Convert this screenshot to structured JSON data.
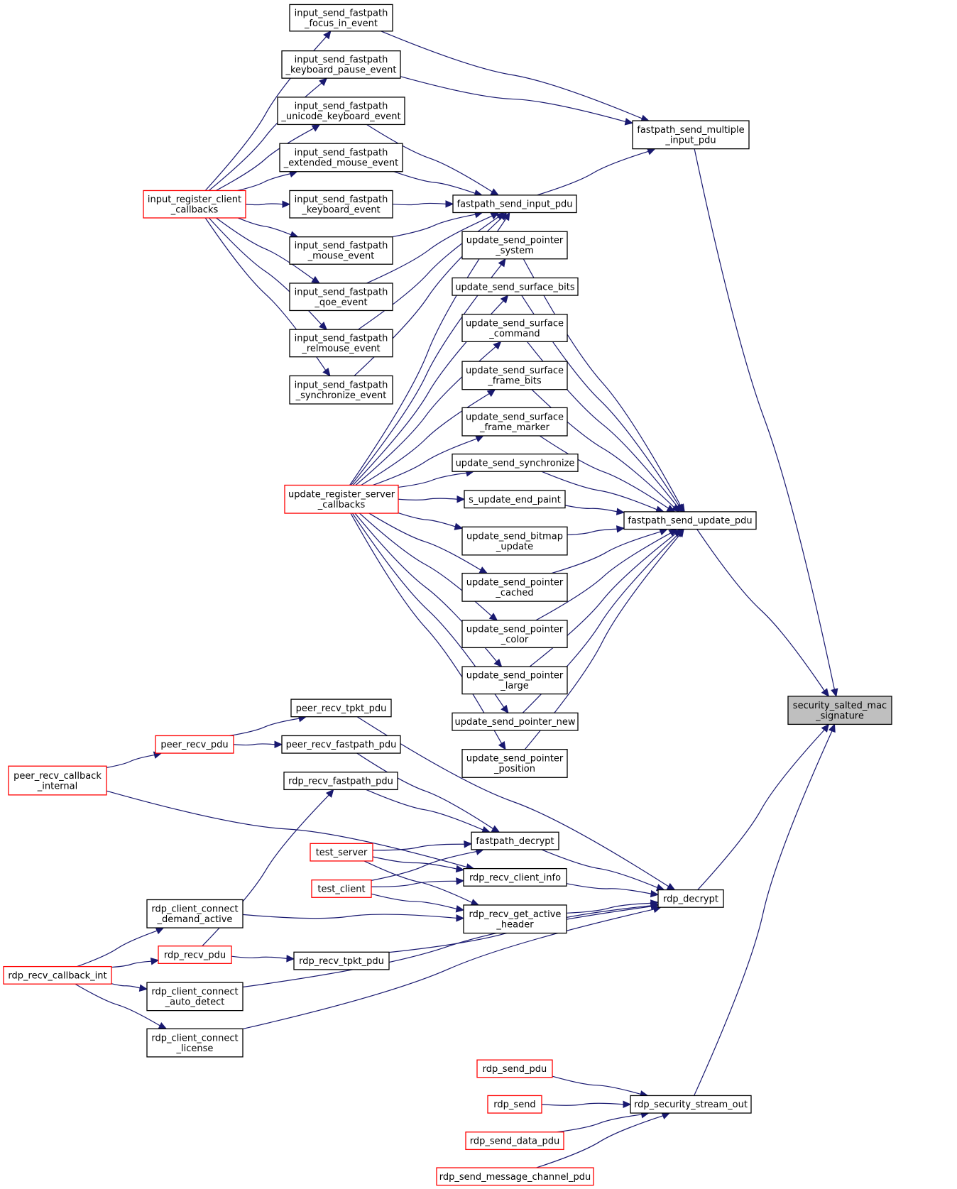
{
  "colors": {
    "edge": "#191970",
    "normal_border": "#000000",
    "external_border": "#ff0000",
    "current_fill": "#bfbfbf"
  },
  "nodes": [
    {
      "id": "focus_in",
      "lines": [
        "input_send_fastpath",
        "_focus_in_event"
      ],
      "style": "normal"
    },
    {
      "id": "keyboard_pause",
      "lines": [
        "input_send_fastpath",
        "_keyboard_pause_event"
      ],
      "style": "normal"
    },
    {
      "id": "unicode_keyboard",
      "lines": [
        "input_send_fastpath",
        "_unicode_keyboard_event"
      ],
      "style": "normal"
    },
    {
      "id": "extended_mouse",
      "lines": [
        "input_send_fastpath",
        "_extended_mouse_event"
      ],
      "style": "normal"
    },
    {
      "id": "keyboard_event",
      "lines": [
        "input_send_fastpath",
        "_keyboard_event"
      ],
      "style": "normal"
    },
    {
      "id": "mouse_event",
      "lines": [
        "input_send_fastpath",
        "_mouse_event"
      ],
      "style": "normal"
    },
    {
      "id": "qoe_event",
      "lines": [
        "input_send_fastpath",
        "_qoe_event"
      ],
      "style": "normal"
    },
    {
      "id": "relmouse_event",
      "lines": [
        "input_send_fastpath",
        "_relmouse_event"
      ],
      "style": "normal"
    },
    {
      "id": "synchronize_event",
      "lines": [
        "input_send_fastpath",
        "_synchronize_event"
      ],
      "style": "normal"
    },
    {
      "id": "input_register",
      "lines": [
        "input_register_client",
        "_callbacks"
      ],
      "style": "external"
    },
    {
      "id": "fastpath_multiple",
      "lines": [
        "fastpath_send_multiple",
        "_input_pdu"
      ],
      "style": "normal"
    },
    {
      "id": "fastpath_input",
      "lines": [
        "fastpath_send_input_pdu"
      ],
      "style": "normal"
    },
    {
      "id": "ptr_system",
      "lines": [
        "update_send_pointer",
        "_system"
      ],
      "style": "normal"
    },
    {
      "id": "surface_bits",
      "lines": [
        "update_send_surface_bits"
      ],
      "style": "normal"
    },
    {
      "id": "surface_command",
      "lines": [
        "update_send_surface",
        "_command"
      ],
      "style": "normal"
    },
    {
      "id": "surface_frame_bits",
      "lines": [
        "update_send_surface",
        "_frame_bits"
      ],
      "style": "normal"
    },
    {
      "id": "surface_frame_marker",
      "lines": [
        "update_send_surface",
        "_frame_marker"
      ],
      "style": "normal"
    },
    {
      "id": "send_synchronize",
      "lines": [
        "update_send_synchronize"
      ],
      "style": "normal"
    },
    {
      "id": "update_register",
      "lines": [
        "update_register_server",
        "_callbacks"
      ],
      "style": "external"
    },
    {
      "id": "end_paint",
      "lines": [
        "s_update_end_paint"
      ],
      "style": "normal"
    },
    {
      "id": "fastpath_update",
      "lines": [
        "fastpath_send_update_pdu"
      ],
      "style": "normal"
    },
    {
      "id": "bitmap_update",
      "lines": [
        "update_send_bitmap",
        "_update"
      ],
      "style": "normal"
    },
    {
      "id": "ptr_cached",
      "lines": [
        "update_send_pointer",
        "_cached"
      ],
      "style": "normal"
    },
    {
      "id": "ptr_color",
      "lines": [
        "update_send_pointer",
        "_color"
      ],
      "style": "normal"
    },
    {
      "id": "ptr_large",
      "lines": [
        "update_send_pointer",
        "_large"
      ],
      "style": "normal"
    },
    {
      "id": "ptr_new",
      "lines": [
        "update_send_pointer_new"
      ],
      "style": "normal"
    },
    {
      "id": "ptr_position",
      "lines": [
        "update_send_pointer",
        "_position"
      ],
      "style": "normal"
    },
    {
      "id": "security_salted",
      "lines": [
        "security_salted_mac",
        "_signature"
      ],
      "style": "current"
    },
    {
      "id": "peer_tpkt",
      "lines": [
        "peer_recv_tpkt_pdu"
      ],
      "style": "normal"
    },
    {
      "id": "peer_pdu",
      "lines": [
        "peer_recv_pdu"
      ],
      "style": "external"
    },
    {
      "id": "peer_fastpath",
      "lines": [
        "peer_recv_fastpath_pdu"
      ],
      "style": "normal"
    },
    {
      "id": "peer_callback",
      "lines": [
        "peer_recv_callback",
        "_internal"
      ],
      "style": "external"
    },
    {
      "id": "rdp_fastpath",
      "lines": [
        "rdp_recv_fastpath_pdu"
      ],
      "style": "normal"
    },
    {
      "id": "fastpath_decrypt",
      "lines": [
        "fastpath_decrypt"
      ],
      "style": "normal"
    },
    {
      "id": "test_server",
      "lines": [
        "test_server"
      ],
      "style": "external"
    },
    {
      "id": "client_info",
      "lines": [
        "rdp_recv_client_info"
      ],
      "style": "normal"
    },
    {
      "id": "test_client",
      "lines": [
        "test_client"
      ],
      "style": "external"
    },
    {
      "id": "rdp_decrypt",
      "lines": [
        "rdp_decrypt"
      ],
      "style": "normal"
    },
    {
      "id": "demand_active",
      "lines": [
        "rdp_client_connect",
        "_demand_active"
      ],
      "style": "normal"
    },
    {
      "id": "get_active_header",
      "lines": [
        "rdp_recv_get_active",
        "_header"
      ],
      "style": "normal"
    },
    {
      "id": "rdp_recv_pdu",
      "lines": [
        "rdp_recv_pdu"
      ],
      "style": "external"
    },
    {
      "id": "rdp_tpkt",
      "lines": [
        "rdp_recv_tpkt_pdu"
      ],
      "style": "normal"
    },
    {
      "id": "rdp_callback",
      "lines": [
        "rdp_recv_callback_int"
      ],
      "style": "external"
    },
    {
      "id": "auto_detect",
      "lines": [
        "rdp_client_connect",
        "_auto_detect"
      ],
      "style": "normal"
    },
    {
      "id": "license",
      "lines": [
        "rdp_client_connect",
        "_license"
      ],
      "style": "normal"
    },
    {
      "id": "send_pdu",
      "lines": [
        "rdp_send_pdu"
      ],
      "style": "external"
    },
    {
      "id": "rdp_send",
      "lines": [
        "rdp_send"
      ],
      "style": "external"
    },
    {
      "id": "stream_out",
      "lines": [
        "rdp_security_stream_out"
      ],
      "style": "normal"
    },
    {
      "id": "send_data_pdu",
      "lines": [
        "rdp_send_data_pdu"
      ],
      "style": "external"
    },
    {
      "id": "message_channel",
      "lines": [
        "rdp_send_message_channel_pdu"
      ],
      "style": "external"
    }
  ],
  "edges": [
    [
      "focus_in",
      "fastpath_multiple"
    ],
    [
      "keyboard_pause",
      "fastpath_multiple"
    ],
    [
      "fastpath_input",
      "fastpath_multiple"
    ],
    [
      "fastpath_multiple",
      "security_salted"
    ],
    [
      "unicode_keyboard",
      "fastpath_input"
    ],
    [
      "extended_mouse",
      "fastpath_input"
    ],
    [
      "keyboard_event",
      "fastpath_input"
    ],
    [
      "mouse_event",
      "fastpath_input"
    ],
    [
      "qoe_event",
      "fastpath_input"
    ],
    [
      "relmouse_event",
      "fastpath_input"
    ],
    [
      "synchronize_event",
      "fastpath_input"
    ],
    [
      "update_register",
      "fastpath_input"
    ],
    [
      "input_register",
      "focus_in"
    ],
    [
      "input_register",
      "keyboard_pause"
    ],
    [
      "input_register",
      "unicode_keyboard"
    ],
    [
      "input_register",
      "extended_mouse"
    ],
    [
      "input_register",
      "keyboard_event"
    ],
    [
      "input_register",
      "mouse_event"
    ],
    [
      "input_register",
      "qoe_event"
    ],
    [
      "input_register",
      "relmouse_event"
    ],
    [
      "input_register",
      "synchronize_event"
    ],
    [
      "update_register",
      "ptr_system"
    ],
    [
      "update_register",
      "surface_bits"
    ],
    [
      "update_register",
      "surface_command"
    ],
    [
      "update_register",
      "surface_frame_bits"
    ],
    [
      "update_register",
      "surface_frame_marker"
    ],
    [
      "update_register",
      "send_synchronize"
    ],
    [
      "update_register",
      "end_paint"
    ],
    [
      "update_register",
      "bitmap_update"
    ],
    [
      "update_register",
      "ptr_cached"
    ],
    [
      "update_register",
      "ptr_color"
    ],
    [
      "update_register",
      "ptr_large"
    ],
    [
      "update_register",
      "ptr_new"
    ],
    [
      "update_register",
      "ptr_position"
    ],
    [
      "ptr_system",
      "fastpath_update"
    ],
    [
      "surface_bits",
      "fastpath_update"
    ],
    [
      "surface_command",
      "fastpath_update"
    ],
    [
      "surface_frame_bits",
      "fastpath_update"
    ],
    [
      "surface_frame_marker",
      "fastpath_update"
    ],
    [
      "send_synchronize",
      "fastpath_update"
    ],
    [
      "end_paint",
      "fastpath_update"
    ],
    [
      "bitmap_update",
      "fastpath_update"
    ],
    [
      "ptr_cached",
      "fastpath_update"
    ],
    [
      "ptr_color",
      "fastpath_update"
    ],
    [
      "ptr_large",
      "fastpath_update"
    ],
    [
      "ptr_new",
      "fastpath_update"
    ],
    [
      "ptr_position",
      "fastpath_update"
    ],
    [
      "fastpath_update",
      "security_salted"
    ],
    [
      "rdp_decrypt",
      "security_salted"
    ],
    [
      "stream_out",
      "security_salted"
    ],
    [
      "peer_pdu",
      "peer_tpkt"
    ],
    [
      "peer_pdu",
      "peer_fastpath"
    ],
    [
      "peer_callback",
      "peer_pdu"
    ],
    [
      "peer_tpkt",
      "rdp_decrypt"
    ],
    [
      "peer_fastpath",
      "fastpath_decrypt"
    ],
    [
      "peer_callback",
      "client_info"
    ],
    [
      "rdp_fastpath",
      "fastpath_decrypt"
    ],
    [
      "rdp_recv_pdu",
      "rdp_fastpath"
    ],
    [
      "test_server",
      "fastpath_decrypt"
    ],
    [
      "test_server",
      "client_info"
    ],
    [
      "test_server",
      "get_active_header"
    ],
    [
      "test_client",
      "fastpath_decrypt"
    ],
    [
      "test_client",
      "client_info"
    ],
    [
      "test_client",
      "get_active_header"
    ],
    [
      "fastpath_decrypt",
      "rdp_decrypt"
    ],
    [
      "client_info",
      "rdp_decrypt"
    ],
    [
      "get_active_header",
      "rdp_decrypt"
    ],
    [
      "demand_active",
      "get_active_header"
    ],
    [
      "rdp_tpkt",
      "rdp_decrypt"
    ],
    [
      "auto_detect",
      "rdp_decrypt"
    ],
    [
      "license",
      "rdp_decrypt"
    ],
    [
      "rdp_callback",
      "demand_active"
    ],
    [
      "rdp_callback",
      "rdp_recv_pdu"
    ],
    [
      "rdp_callback",
      "auto_detect"
    ],
    [
      "rdp_callback",
      "license"
    ],
    [
      "rdp_recv_pdu",
      "rdp_tpkt"
    ],
    [
      "send_pdu",
      "stream_out"
    ],
    [
      "rdp_send",
      "stream_out"
    ],
    [
      "send_data_pdu",
      "stream_out"
    ],
    [
      "message_channel",
      "stream_out"
    ]
  ]
}
